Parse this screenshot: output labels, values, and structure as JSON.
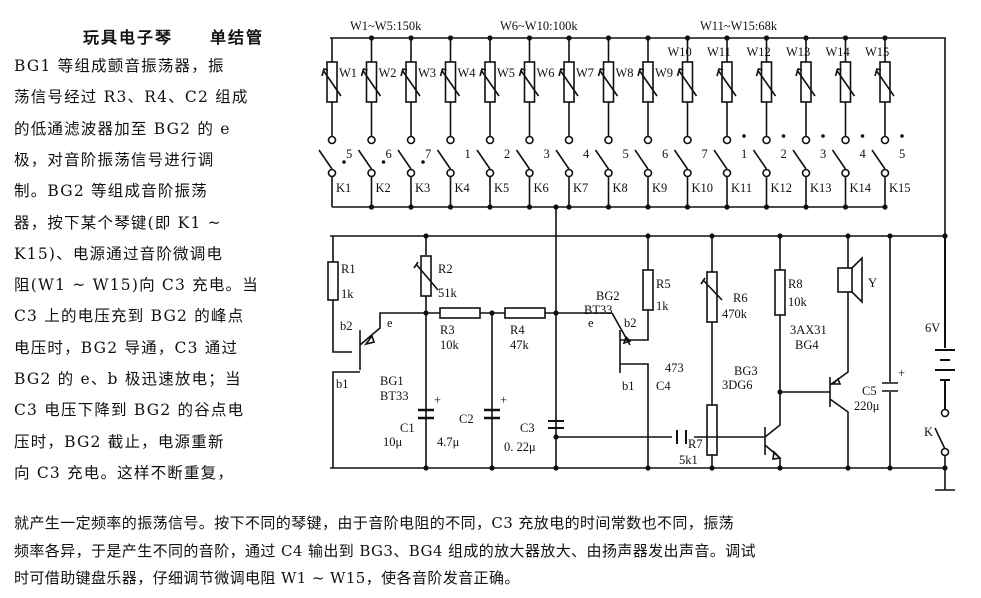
{
  "title": {
    "main": "玩具电子琴",
    "sub": "单结管"
  },
  "left_text": [
    "BG1 等组成颤音振荡器，振",
    "荡信号经过 R3、R4、C2 组成",
    "的低通滤波器加至 BG2 的 e",
    "极，对音阶振荡信号进行调",
    "制。BG2 等组成音阶振荡",
    "器，按下某个琴键(即 K1 ~",
    "K15)、电源通过音阶微调电",
    "阻(W1 ~ W15)向 C3 充电。当",
    "C3 上的电压充到 BG2 的峰点",
    "电压时，BG2 导通，C3 通过",
    "BG2 的 e、b 极迅速放电；当",
    "C3 电压下降到 BG2 的谷点电",
    "压时，BG2 截止，电源重新",
    "向 C3 充电。这样不断重复，"
  ],
  "bottom_text": [
    "就产生一定频率的振荡信号。按下不同的琴键，由于音阶电阻的不同，C3 充放电的时间常数也不同，振荡",
    "频率各异，于是产生不同的音阶，通过 C4 输出到 BG3、BG4 组成的放大器放大、由扬声器发出声音。调试",
    "时可借助键盘乐器，仔细调节微调电阻 W1 ~ W15，使各音阶发音正确。"
  ],
  "groups": [
    "W1~W5:150k",
    "W6~W10:100k",
    "W11~W15:68k"
  ],
  "pots": [
    "W1",
    "W2",
    "W3",
    "W4",
    "W5",
    "W6",
    "W7",
    "W8",
    "W9",
    "W10",
    "W11",
    "W12",
    "W13",
    "W14",
    "W15"
  ],
  "keys": [
    "K1",
    "K2",
    "K3",
    "K4",
    "K5",
    "K6",
    "K7",
    "K8",
    "K9",
    "K10",
    "K11",
    "K12",
    "K13",
    "K14",
    "K15"
  ],
  "notes": [
    "5",
    "6",
    "7",
    "1",
    "2",
    "3",
    "4",
    "5",
    "6",
    "7",
    "1",
    "2",
    "3",
    "4",
    "5"
  ],
  "components": {
    "R1": "R1",
    "R1v": "1k",
    "R2": "R2",
    "R2v": "51k",
    "R3": "R3",
    "R3v": "10k",
    "R4": "R4",
    "R4v": "47k",
    "R5": "R5",
    "R5v": "1k",
    "R6": "R6",
    "R6v": "470k",
    "R7": "R7",
    "R7v": "5k1",
    "R8": "R8",
    "R8v": "10k",
    "C1": "C1",
    "C1v": "10μ",
    "C2": "C2",
    "C2v": "4.7μ",
    "C3": "C3",
    "C3v": "0. 22μ",
    "C4": "C4",
    "C4v": "473",
    "C5": "C5",
    "C5v": "220μ",
    "BG1": "BG1",
    "BG1t": "BT33",
    "BG2": "BG2",
    "BG2t": "BT33",
    "BG3": "BG3",
    "BG3t": "3DG6",
    "BG4": "BG4",
    "BG4t": "3AX31",
    "Y": "Y",
    "bat": "6V",
    "K": "K",
    "e1": "e",
    "b2a": "b2",
    "b1a": "b1",
    "e2": "e",
    "b2b": "b2",
    "b1b": "b1"
  }
}
